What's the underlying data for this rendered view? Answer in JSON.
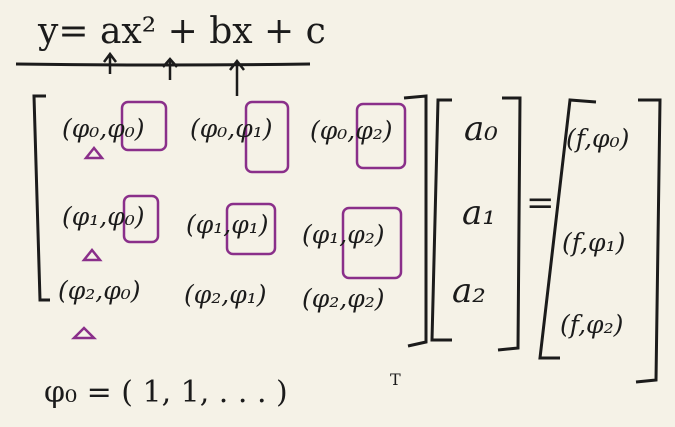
{
  "equation": "y= ax² + bx + c",
  "matrix": {
    "rows": [
      [
        "(φ₀,φ₀)",
        "(φ₀,φ₁)",
        "(φ₀,φ₂)"
      ],
      [
        "(φ₁,φ₀)",
        "(φ₁,φ₁)",
        "(φ₁,φ₂)"
      ],
      [
        "(φ₂,φ₀)",
        "(φ₂,φ₁)",
        "(φ₂,φ₂)"
      ]
    ]
  },
  "coefficients": [
    "a₀",
    "a₁",
    "a₂"
  ],
  "equals": "=",
  "rhs": [
    "(f,φ₀)",
    "(f,φ₁)",
    "(f,φ₂)"
  ],
  "phi_definition": "φ₀ = ( 1, 1,   .  .  .   )",
  "transpose_mark": "T",
  "colors": {
    "ink": "#1b1b1b",
    "highlight": "#8a2f8a",
    "background": "#f5f2e7"
  }
}
